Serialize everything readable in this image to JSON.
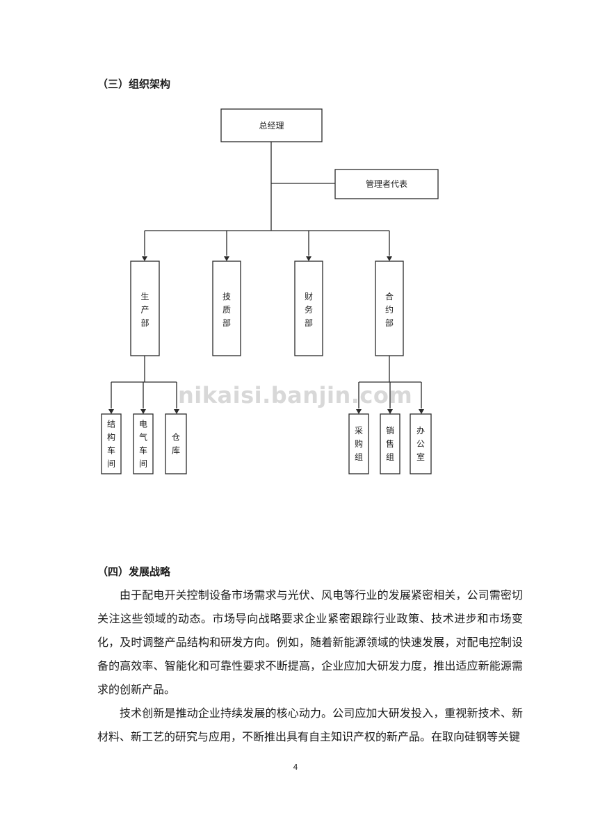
{
  "section3": {
    "heading": "（三）组织架构"
  },
  "org": {
    "ceo": "总经理",
    "rep": "管理者代表",
    "departments": [
      {
        "name": "生产部",
        "children": [
          "结构车间",
          "电气车间",
          "仓库"
        ]
      },
      {
        "name": "技质部",
        "children": []
      },
      {
        "name": "财务部",
        "children": []
      },
      {
        "name": "合约部",
        "children": [
          "采购组",
          "销售组",
          "办公室"
        ]
      }
    ]
  },
  "watermark": "nikaisi.banjin.com",
  "section4": {
    "heading": "（四）发展战略",
    "paragraphs": [
      "由于配电开关控制设备市场需求与光伏、风电等行业的发展紧密相关，公司需密切关注这些领域的动态。市场导向战略要求企业紧密跟踪行业政策、技术进步和市场变化，及时调整产品结构和研发方向。例如，随着新能源领域的快速发展，对配电控制设备的高效率、智能化和可靠性要求不断提高，企业应加大研发力度，推出适应新能源需求的创新产品。",
      "技术创新是推动企业持续发展的核心动力。公司应加大研发投入，重视新技术、新材料、新工艺的研究与应用，不断推出具有自主知识产权的新产品。在取向硅钢等关键"
    ]
  },
  "page_number": "4"
}
